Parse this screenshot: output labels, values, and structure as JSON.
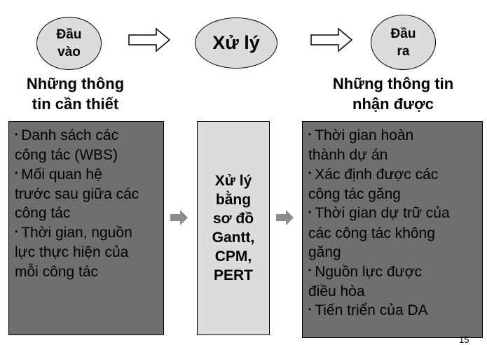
{
  "input_oval": {
    "lines": [
      "Đầu",
      "vào"
    ]
  },
  "process_oval": {
    "label": "Xử lý"
  },
  "output_oval": {
    "lines": [
      "Đầu",
      "ra"
    ]
  },
  "input_heading": {
    "lines": [
      "Những thông",
      "tin cần thiết"
    ]
  },
  "output_heading": {
    "lines": [
      "Những thông tin",
      "nhận được"
    ]
  },
  "input_box": {
    "items": [
      [
        "Danh sách các",
        "công tác (WBS)"
      ],
      [
        "Mối quan hệ",
        "trước sau giữa các",
        "công tác"
      ],
      [
        "Thời gian, nguồn",
        "lực thực hiện của",
        "mỗi công tác"
      ]
    ]
  },
  "process_box": {
    "lines": [
      "Xử lý",
      "bằng",
      "sơ đồ",
      "Gantt,",
      "CPM,",
      "PERT"
    ]
  },
  "output_box": {
    "items": [
      [
        "Thời gian hoàn",
        "thành dự án"
      ],
      [
        "Xác định được các",
        "công tác găng"
      ],
      [
        "Thời gian dự trữ của",
        "các công tác không",
        "găng"
      ],
      [
        "Nguồn lực được",
        "điều hòa"
      ],
      [
        "Tiến triển của DA"
      ]
    ]
  },
  "bullet_glyph": "•",
  "page_number": "15",
  "colors": {
    "oval_fill": "#dcdcdc",
    "dark_box": "#6f6f6f",
    "light_box": "#dcdcdc",
    "arrow_gray": "#8c8c8c"
  }
}
